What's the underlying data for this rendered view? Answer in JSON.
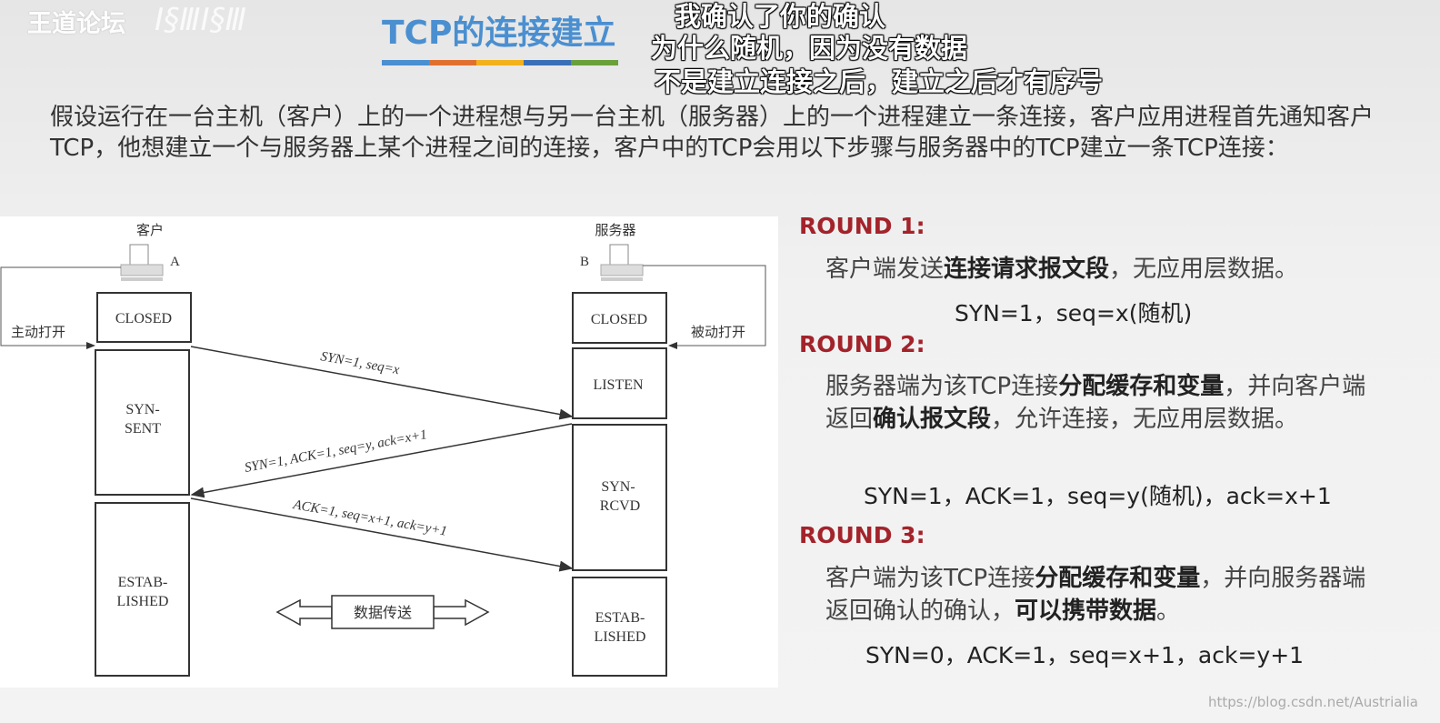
{
  "header": {
    "logo": "王道论坛",
    "logo_mark": "Ⅰ§ⅢⅠ§Ⅲ",
    "title": "TCP的连接建立",
    "accent_colors": [
      "#4a8fd0",
      "#e07030",
      "#f2b21c",
      "#3a6fb8",
      "#6aa03a"
    ]
  },
  "subtitles": [
    "我确认了你的确认",
    "为什么随机，因为没有数据",
    "不是建立连接之后，建立之后才有序号"
  ],
  "intro": "假设运行在一台主机（客户）上的一个进程想与另一台主机（服务器）上的一个进程建立一条连接，客户应用进程首先通知客户TCP，他想建立一个与服务器上某个进程之间的连接，客户中的TCP会用以下步骤与服务器中的TCP建立一条TCP连接：",
  "diagram": {
    "client_label": "客户",
    "server_label": "服务器",
    "client_letter": "A",
    "server_letter": "B",
    "active_open": "主动打开",
    "passive_open": "被动打开",
    "client_states": [
      "CLOSED",
      "SYN-",
      "SENT",
      "ESTAB-",
      "LISHED"
    ],
    "server_states": [
      "CLOSED",
      "LISTEN",
      "SYN-",
      "RCVD",
      "ESTAB-",
      "LISHED"
    ],
    "msg1": "SYN=1, seq=x",
    "msg2": "SYN=1, ACK=1, seq=y, ack=x+1",
    "msg3": "ACK=1, seq=x+1, ack=y+1",
    "data_transfer": "数据传送"
  },
  "rounds": [
    {
      "label": "ROUND 1:",
      "pre": "客户端发送",
      "bold": "连接请求报文段",
      "post": "，无应用层数据。",
      "formula": "SYN=1，seq=x(随机)"
    },
    {
      "label": "ROUND 2:",
      "pre": "服务器端为该TCP连接",
      "bold": "分配缓存和变量",
      "mid": "，并向客户端返回",
      "bold2": "确认报文段",
      "post": "，允许连接，无应用层数据。",
      "formula": "SYN=1，ACK=1，seq=y(随机)，ack=x+1"
    },
    {
      "label": "ROUND 3:",
      "pre": "客户端为该TCP连接",
      "bold": "分配缓存和变量",
      "mid": "，并向服务器端返回确认的确认，",
      "bold2": "可以携带数据",
      "post": "。",
      "formula": "SYN=0，ACK=1，seq=x+1，ack=y+1"
    }
  ],
  "watermark": "https://blog.csdn.net/Austrialia"
}
